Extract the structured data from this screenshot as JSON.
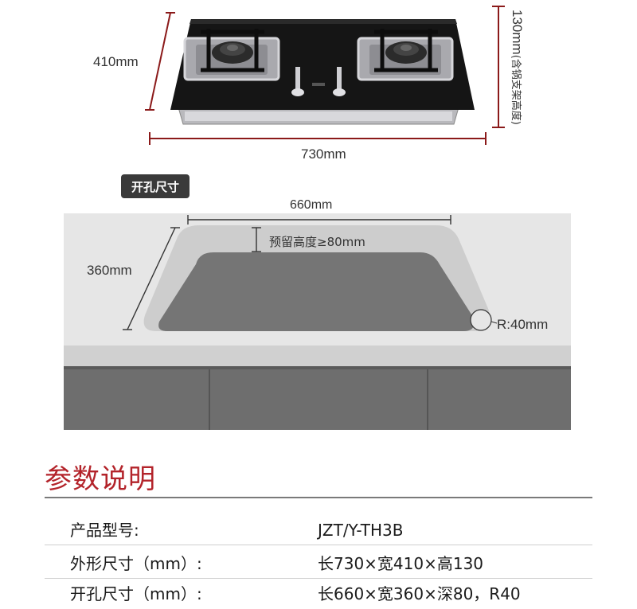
{
  "cooktop": {
    "width_label": "730mm",
    "depth_label": "410mm",
    "height_label": "130mm",
    "height_note": "(含锅支架高度)"
  },
  "cutout": {
    "badge": "开孔尺寸",
    "width_label": "660mm",
    "depth_label": "360mm",
    "clearance_label": "预留高度≥80mm",
    "radius_label": "R:40mm"
  },
  "specs": {
    "title": "参数说明",
    "rows": [
      {
        "label": "产品型号:",
        "value": "JZT/Y-TH3B"
      },
      {
        "label": "外形尺寸（mm）:",
        "value": "长730×宽410×高130"
      },
      {
        "label": "开孔尺寸（mm）:",
        "value": "长660×宽360×深80，R40"
      }
    ]
  },
  "colors": {
    "accent_red": "#b3232a",
    "dimension_line": "#8b1a1a",
    "glass": "#151515",
    "counter": "#e6e6e6",
    "cabinet": "#6e6e6e"
  }
}
